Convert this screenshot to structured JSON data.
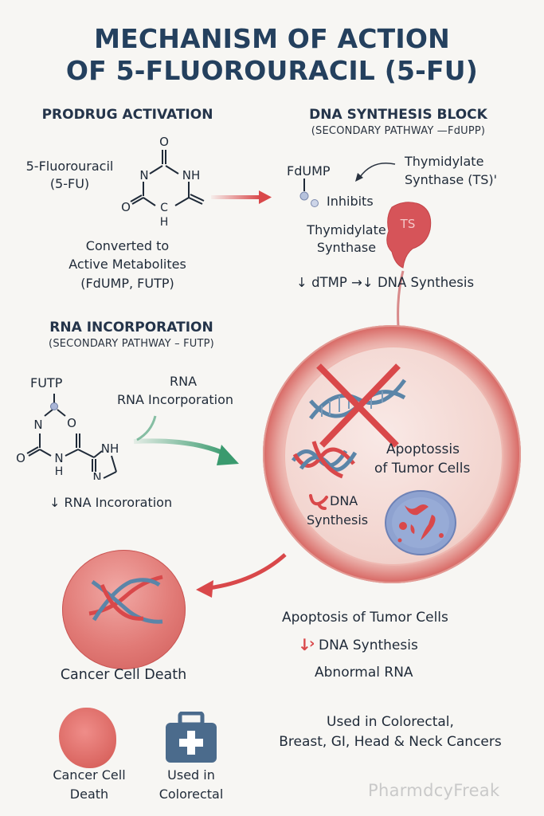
{
  "title": {
    "line1": "MECHANISM OF ACTION",
    "line2": "OF 5-FLUOROURACIL (5-FU)"
  },
  "prodrug": {
    "heading": "PRODRUG ACTIVATION",
    "drug_name": "5-Fluorouracil",
    "drug_abbr": "(5-FU)",
    "structure_atoms": {
      "o_top": "O",
      "n_left": "N",
      "nh_right": "NH",
      "o_left": "O",
      "c_bottom": "C",
      "h_bottom": "H"
    },
    "converted_line1": "Converted to",
    "converted_line2": "Active Metabolites",
    "converted_line3": "(FdUMP, FUTP)"
  },
  "dna_block": {
    "heading": "DNA SYNTHESIS BLOCK",
    "subheading": "(SECONDARY PATHWAY —FdUPP)",
    "fdump_label": "FdUMP",
    "inhibits_label": "Inhibits",
    "ts_full_line1": "Thymidylate",
    "ts_full_line2": "Synthase (TS)'",
    "thymidylate_line1": "Thymidylate",
    "thymidylate_line2": "Synthase",
    "ts_badge": "TS",
    "result": "↓ dTMP →↓ DNA Synthesis"
  },
  "rna": {
    "heading": "RNA INCORPORATION",
    "subheading": "(SECONDARY PATHWAY – FUTP)",
    "futp_label": "FUTP",
    "rna_line1": "RNA",
    "rna_line2": "RNA Incorporation",
    "structure_atoms": {
      "n1": "N",
      "o1": "O",
      "o2": "O",
      "o3": "O",
      "n2": "N",
      "h2": "H",
      "nh": "NH",
      "n3": "N"
    },
    "result": "↓ RNA Incororation"
  },
  "tumor_cell": {
    "apoptosis_line1": "Apoptossis",
    "apoptosis_line2": "of Tumor Cells",
    "dna_line1": "DNA",
    "dna_line2": "Synthesis"
  },
  "cancer_death": {
    "label": "Cancer Cell Death"
  },
  "effects": {
    "apoptosis": "Apoptosis of Tumor Cells",
    "dna_synthesis": "DNA Synthesis",
    "abnormal_rna": "Abnormal RNA"
  },
  "footer": {
    "icon1_line1": "Cancer Cell",
    "icon1_line2": "Death",
    "icon2_line1": "Used in",
    "icon2_line2": "Colorectal",
    "uses_line1": "Used in Colorectal,",
    "uses_line2": "Breast, GI, Head & Neck Cancers",
    "watermark": "PharmdcyFreak"
  },
  "colors": {
    "title": "#24405e",
    "red": "#d9484a",
    "green": "#3a9a6e",
    "blue_dna": "#5b85a8",
    "kit_blue": "#4b6b8c"
  }
}
